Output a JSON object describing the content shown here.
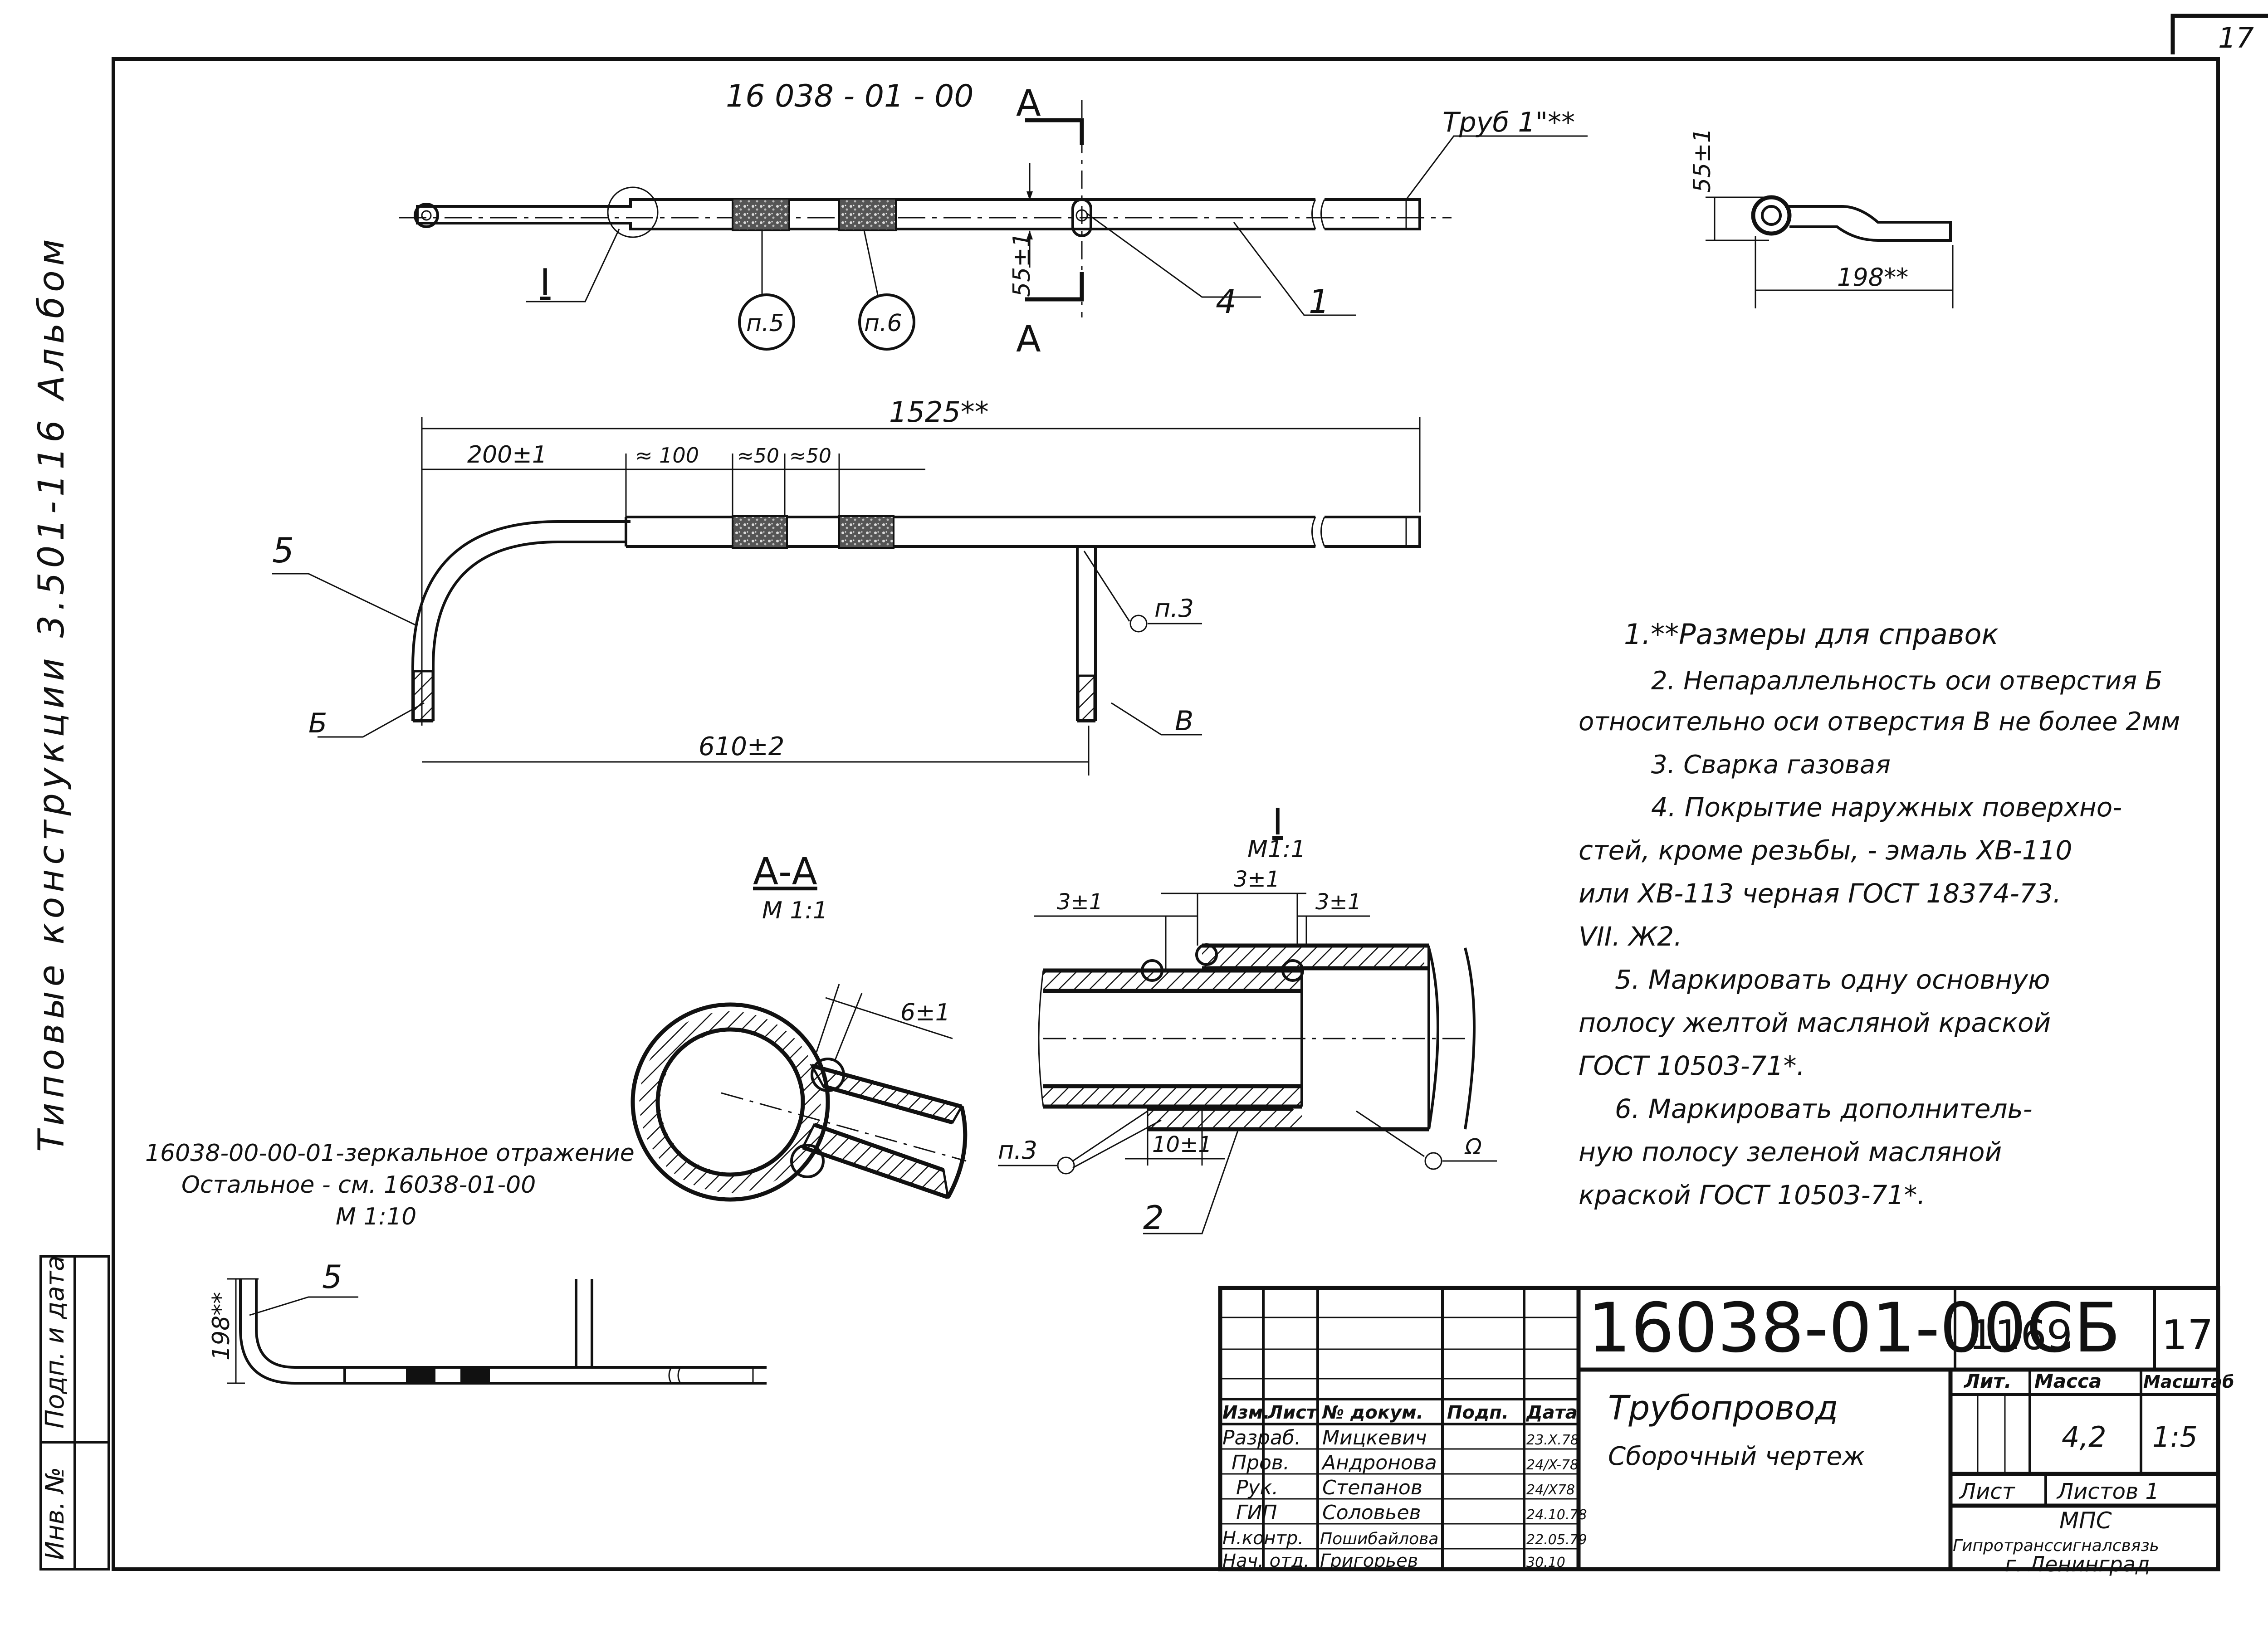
{
  "sheet": {
    "page_number": "17"
  },
  "side_title": {
    "line": "Типовые конструкции 3.501-116 Альбом"
  },
  "side_stamp": {
    "signature_date": "Подп. и дата",
    "inventory_no": "Инв. №"
  },
  "views": {
    "top": {
      "part_code": "16 038 - 01 - 00",
      "pipe_label": "Труб 1\"**",
      "section_marker": "А",
      "detail_marker": "I",
      "dim_55": "55±1",
      "leader_4": "4",
      "leader_1": "1",
      "callout_p5": "п.5",
      "callout_p6": "п.6"
    },
    "end": {
      "dim_55": "55±1",
      "dim_198": "198**"
    },
    "front": {
      "dim_1525": "1525**",
      "dim_200": "200±1",
      "dim_100": "≈ 100",
      "dim_50a": "≈50",
      "dim_50b": "≈50",
      "dim_610": "610±2",
      "leader_5": "5",
      "label_b": "Б",
      "label_v": "В",
      "callout_p3": "п.3"
    },
    "section_aa": {
      "title": "А-А",
      "scale": "М 1:1",
      "dim_6": "6±1"
    },
    "detail_1": {
      "title": "I",
      "scale": "М1:1",
      "dim_3a": "3±1",
      "dim_3b": "3±1",
      "dim_3c": "3±1",
      "dim_10": "10±1",
      "callout_p3": "п.3",
      "callout_o": "Ω",
      "leader_2": "2"
    },
    "mirror": {
      "line1": "16038-00-00-01-зеркальное отражение",
      "line2": "Остальное - см. 16038-01-00",
      "scale": "М 1:10",
      "leader_5": "5",
      "dim_198": "198**"
    }
  },
  "notes": [
    "1.**Размеры для справок",
    "2. Непараллельность оси отверстия Б",
    "относительно оси отверстия В не более 2мм",
    "3. Сварка газовая",
    "4. Покрытие наружных поверхно-",
    "стей, кроме резьбы, - эмаль ХВ-110",
    "или ХВ-113 черная ГОСТ 18374-73.",
    "VII. Ж2.",
    "5. Маркировать одну основную",
    "полосу желтой масляной краской",
    "ГОСТ 10503-71*.",
    "6. Маркировать дополнитель-",
    "ную полосу зеленой масляной",
    "краской ГОСТ 10503-71*."
  ],
  "title_block": {
    "designation": "16038-01-00СБ",
    "album_code": "1169",
    "sheet_no": "17",
    "name": "Трубопровод",
    "doc_type": "Сборочный чертеж",
    "col_headers": [
      "Изм.",
      "Лист",
      "№ докум.",
      "Подп.",
      "Дата"
    ],
    "lit_label": "Лит.",
    "mass_label": "Масса",
    "scale_label": "Масштаб",
    "mass": "4,2",
    "scale": "1:5",
    "sheet_label": "Лист",
    "sheets_label": "Листов 1",
    "org_line1": "МПС",
    "org_line2": "Гипротранссигналсвязь",
    "org_line3": "г. Ленинград",
    "signers": [
      {
        "role": "Разраб.",
        "name": "Мицкевич",
        "date": "23.X.78"
      },
      {
        "role": "Пров.",
        "name": "Андронова",
        "date": "24/X-78"
      },
      {
        "role": "Рук.",
        "name": "Степанов",
        "date": "24/X78"
      },
      {
        "role": "ГИП",
        "name": "Соловьев",
        "date": "24.10.78"
      },
      {
        "role": "Н.контр.",
        "name": "Пошибайлова",
        "date": "22.05.79"
      },
      {
        "role": "Нач. отд.",
        "name": "Григорьев",
        "date": "30.10"
      }
    ]
  }
}
